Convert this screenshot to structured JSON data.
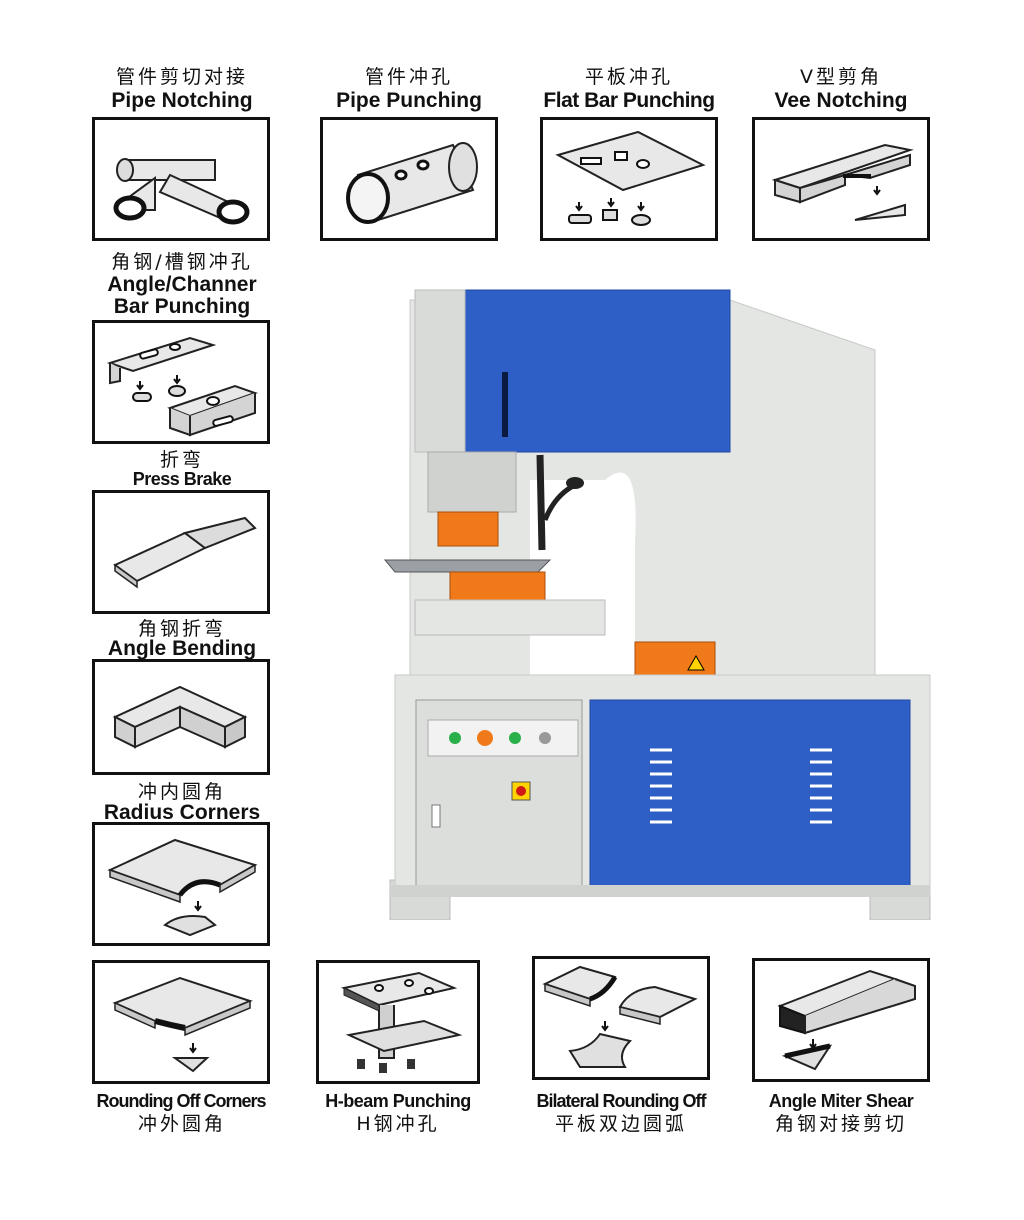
{
  "operations": {
    "pipe_notching": {
      "zh": "管件剪切对接",
      "en": "Pipe Notching"
    },
    "pipe_punching": {
      "zh": "管件冲孔",
      "en": "Pipe Punching"
    },
    "flat_bar_punching": {
      "zh": "平板冲孔",
      "en": "Flat Bar Punching"
    },
    "vee_notching": {
      "zh": "V型剪角",
      "en": "Vee Notching"
    },
    "angle_channel_punching": {
      "zh": "角钢/槽钢冲孔",
      "en_line1": "Angle/Channer",
      "en_line2": "Bar Punching"
    },
    "press_brake": {
      "zh": "折弯",
      "en": "Press Brake"
    },
    "angle_bending": {
      "zh": "角钢折弯",
      "en": "Angle Bending"
    },
    "radius_corners": {
      "zh": "冲内圆角",
      "en": "Radius Corners"
    },
    "rounding_off_corners": {
      "en": "Rounding Off Corners",
      "zh": "冲外圆角"
    },
    "h_beam_punching": {
      "en": "H-beam Punching",
      "zh": "H钢冲孔"
    },
    "bilateral_rounding_off": {
      "en": "Bilateral Rounding Off",
      "zh": "平板双边圆弧"
    },
    "angle_miter_shear": {
      "en": "Angle Miter Shear",
      "zh": "角钢对接剪切"
    }
  },
  "colors": {
    "machine_body": "#e4e6e4",
    "panel_blue": "#2e5fc6",
    "tool_orange": "#f07a1a",
    "outline": "#111111"
  },
  "icons": {
    "pipe_notching": "t-pipe-icon",
    "pipe_punching": "punched-pipe-icon",
    "flat_bar_punching": "punched-plate-icon",
    "vee_notching": "angle-notch-icon",
    "angle_channel_punching": "channel-punch-icon",
    "press_brake": "bent-plate-icon",
    "angle_bending": "bent-angle-icon",
    "radius_corners": "inner-radius-icon",
    "rounding_off_corners": "outer-round-icon",
    "h_beam_punching": "h-beam-icon",
    "bilateral_rounding_off": "double-arc-icon",
    "angle_miter_shear": "angle-shear-icon"
  }
}
